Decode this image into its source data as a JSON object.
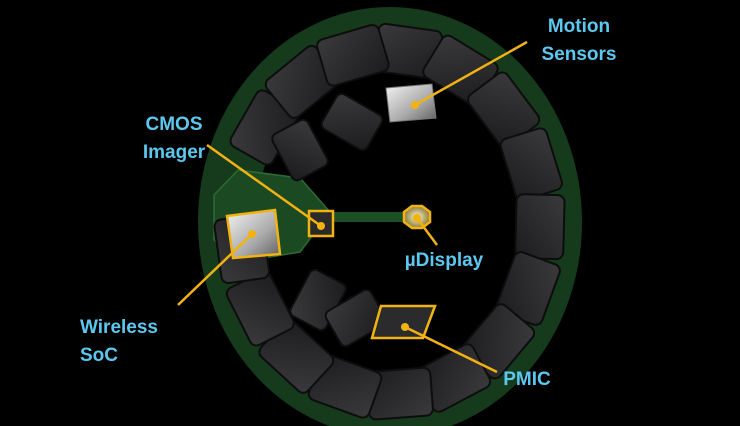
{
  "colors": {
    "label": "#5cc8ef",
    "callout": "#f2b312",
    "ring_tile": "#2b2b2d",
    "pcb": "#173a1c"
  },
  "labels": {
    "motion_sensors": [
      "Motion",
      "Sensors"
    ],
    "cmos_imager": [
      "CMOS",
      "Imager"
    ],
    "udisplay": "µDisplay",
    "wireless_soc": [
      "Wireless",
      "SoC"
    ],
    "pmic": "PMIC"
  }
}
